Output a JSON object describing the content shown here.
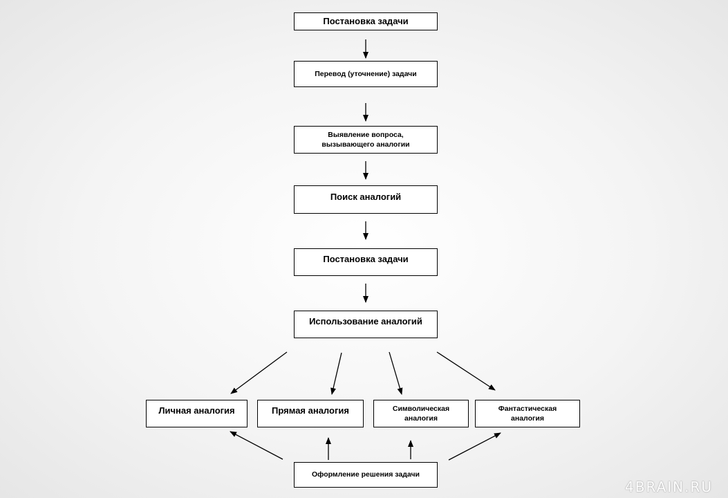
{
  "boxes": {
    "problem_statement_1": "Постановка задачи",
    "problem_clarification": "Перевод (уточнение) задачи",
    "question_identification": "Выявление вопроса, вызывающего аналогии",
    "analogy_search": "Поиск аналогий",
    "problem_statement_2": "Постановка задачи",
    "analogy_use": "Использование аналогий",
    "personal_analogy": "Личная аналогия",
    "direct_analogy": "Прямая аналогия",
    "symbolic_analogy": "Символическая аналогия",
    "fantastic_analogy": "Фантастическая аналогия",
    "solution_formalization": "Оформление решения задачи"
  },
  "watermark": "4BRAIN.RU",
  "colors": {
    "stroke": "#000000",
    "box_fill": "#ffffff"
  }
}
